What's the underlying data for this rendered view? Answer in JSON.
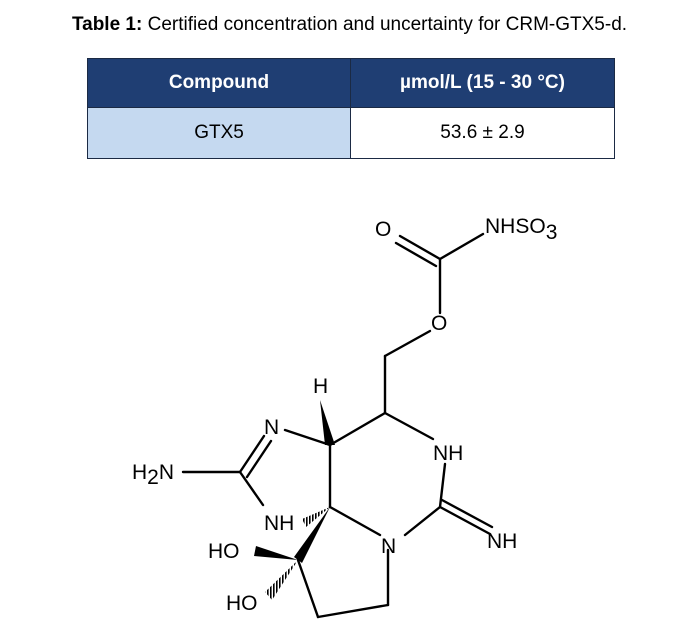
{
  "caption": {
    "label": "Table 1:",
    "text": "Certified concentration and uncertainty for CRM-GTX5-d."
  },
  "table": {
    "headers": [
      "Compound",
      "µmol/L (15 - 30 °C)"
    ],
    "rows": [
      {
        "compound": "GTX5",
        "value": "53.6 ± 2.9"
      }
    ]
  },
  "colors": {
    "header_bg": "#1f3e73",
    "compound_cell_bg": "#c5d9f0",
    "border": "#1b2a44"
  },
  "structure": {
    "o_carbonyl": "O",
    "nhso": "NHSO",
    "so3_sub": "3",
    "o_ester": "O",
    "h": "H",
    "n_imidazole": "N",
    "nh_ring": "NH",
    "h2n_h": "H",
    "h2n_sub": "2",
    "h2n_n": "N",
    "nh_bridge": "NH",
    "ho_upper": "HO",
    "ho_lower": "HO",
    "n_pyrrol": "N",
    "nh_imine": "NH"
  }
}
